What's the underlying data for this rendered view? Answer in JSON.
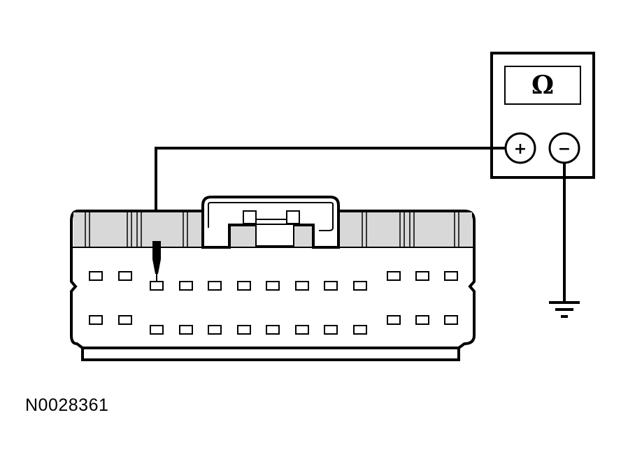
{
  "figure_id": "N0028361",
  "meter": {
    "display_symbol": "Ω",
    "positive_label": "+",
    "negative_label": "−"
  },
  "connector": {
    "top_row_pins": 13,
    "bottom_row_pins": 13,
    "probe_pin_index": 2
  },
  "colors": {
    "line": "#000000",
    "background": "#ffffff",
    "connector_shade": "#d8d8d8"
  }
}
